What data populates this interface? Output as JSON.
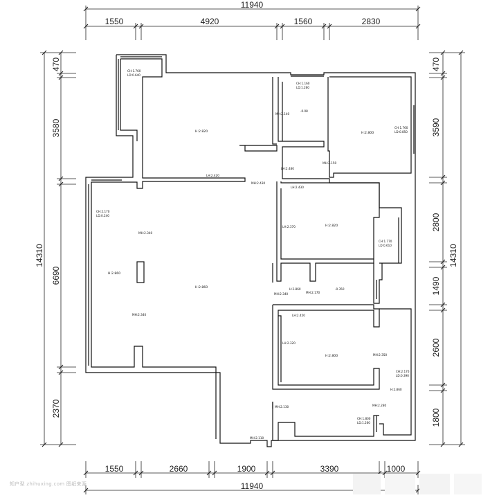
{
  "dimensions": {
    "top_total": "11940",
    "top_segments": [
      "1550",
      "4920",
      "1560",
      "2830"
    ],
    "bottom_total": "11940",
    "bottom_segments": [
      "1550",
      "2660",
      "1900",
      "3390",
      "1000"
    ],
    "left_total": "14310",
    "left_segments": [
      "470",
      "3580",
      "6690",
      "2370"
    ],
    "right_total": "14310",
    "right_segments": [
      "470",
      "3590",
      "2800",
      "1490",
      "2600",
      "1800"
    ]
  },
  "annotations": [
    {
      "id": "a1",
      "lines": [
        "CH:1.760",
        "LD:0.640"
      ]
    },
    {
      "id": "a2",
      "lines": [
        "CH:1.160",
        "LD:1.260"
      ]
    },
    {
      "id": "a3",
      "lines": [
        "MH:2.140"
      ]
    },
    {
      "id": "a4",
      "lines": [
        "-0.08"
      ]
    },
    {
      "id": "a5",
      "lines": [
        "H:2.820"
      ]
    },
    {
      "id": "a6",
      "lines": [
        "H:2.800"
      ]
    },
    {
      "id": "a7",
      "lines": [
        "CH:1.760",
        "LD:0.850"
      ]
    },
    {
      "id": "a8",
      "lines": [
        "LH:2.420"
      ]
    },
    {
      "id": "a9",
      "lines": [
        "MH:2.430"
      ]
    },
    {
      "id": "a10",
      "lines": [
        "LH:2.480"
      ]
    },
    {
      "id": "a11",
      "lines": [
        "MH:2.150"
      ]
    },
    {
      "id": "a12",
      "lines": [
        "LH:2.430"
      ]
    },
    {
      "id": "a13",
      "lines": [
        "CH:2.170",
        "LD:0.240"
      ]
    },
    {
      "id": "a14",
      "lines": [
        "MH:2.340"
      ]
    },
    {
      "id": "a15",
      "lines": [
        "LH:2.370"
      ]
    },
    {
      "id": "a16",
      "lines": [
        "H:2.820"
      ]
    },
    {
      "id": "a17",
      "lines": [
        "CH:1.770",
        "LD:0.610"
      ]
    },
    {
      "id": "a18",
      "lines": [
        "H:2.860"
      ]
    },
    {
      "id": "a19",
      "lines": [
        "H:2.860"
      ]
    },
    {
      "id": "a20",
      "lines": [
        "H:2.860"
      ]
    },
    {
      "id": "a21",
      "lines": [
        "MH:2.340"
      ]
    },
    {
      "id": "a22",
      "lines": [
        "MH:2.170"
      ]
    },
    {
      "id": "a23",
      "lines": [
        "-0.350"
      ]
    },
    {
      "id": "a24",
      "lines": [
        "MH:2.340"
      ]
    },
    {
      "id": "a25",
      "lines": [
        "LH:2.450"
      ]
    },
    {
      "id": "a26",
      "lines": [
        "LH:2.320"
      ]
    },
    {
      "id": "a27",
      "lines": [
        "H:2.800"
      ]
    },
    {
      "id": "a28",
      "lines": [
        "MH:2.350"
      ]
    },
    {
      "id": "a29",
      "lines": [
        "CH:2.170",
        "LD:0.390"
      ]
    },
    {
      "id": "a30",
      "lines": [
        "H:2.860"
      ]
    },
    {
      "id": "a31",
      "lines": [
        "MH:2.130"
      ]
    },
    {
      "id": "a32",
      "lines": [
        "MH:2.280"
      ]
    },
    {
      "id": "a33",
      "lines": [
        "CH:1.800",
        "LD:1.260"
      ]
    },
    {
      "id": "a34",
      "lines": [
        "MH:2.110"
      ]
    }
  ],
  "watermark": "知户型 zhihuxing.com  图纸来源"
}
